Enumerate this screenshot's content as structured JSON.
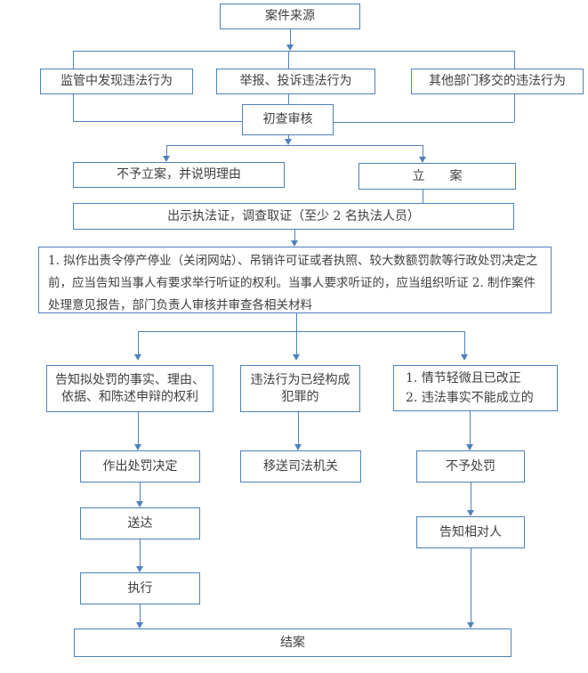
{
  "flowchart": {
    "colors": {
      "line": "#4f81bd",
      "text": "#3f3f3f",
      "background": "#ffffff"
    },
    "nodes": {
      "case_source": {
        "label": "案件来源"
      },
      "supervision": {
        "label": "监管中发现违法行为"
      },
      "report": {
        "label": "举报、投诉违法行为"
      },
      "transfer": {
        "label": "其他部门移交的违法行为"
      },
      "initial_review": {
        "label": "初查审核"
      },
      "no_filing": {
        "label": "不予立案，并说明理由"
      },
      "filing": {
        "label": "立　　案"
      },
      "evidence": {
        "label": "出示执法证，调查取证（至少 2 名执法人员）"
      },
      "hearing": {
        "line1": "1. 拟作出责令停产停业（关闭网站）、吊销许可证或者执照、较大数额罚款等行政处罚决定之前，应当告知当事人有要求举行听证的权利。当事人要求听证的，应当组织听证",
        "line2": "2. 制作案件处理意见报告，部门负责人审核并审查各相关材料"
      },
      "notify": {
        "label": "告知拟处罚的事实、理由、依据、和陈述申辩的权利"
      },
      "crime": {
        "label": "违法行为已经构成犯罪的"
      },
      "minor": {
        "line1": "1. 情节轻微且已改正",
        "line2": "2. 违法事实不能成立的"
      },
      "decision": {
        "label": "作出处罚决定"
      },
      "judicial": {
        "label": "移送司法机关"
      },
      "no_penalty": {
        "label": "不予处罚"
      },
      "delivery": {
        "label": "送达"
      },
      "inform_party": {
        "label": "告知相对人"
      },
      "execute": {
        "label": "执行"
      },
      "close_case": {
        "label": "结案"
      }
    }
  }
}
